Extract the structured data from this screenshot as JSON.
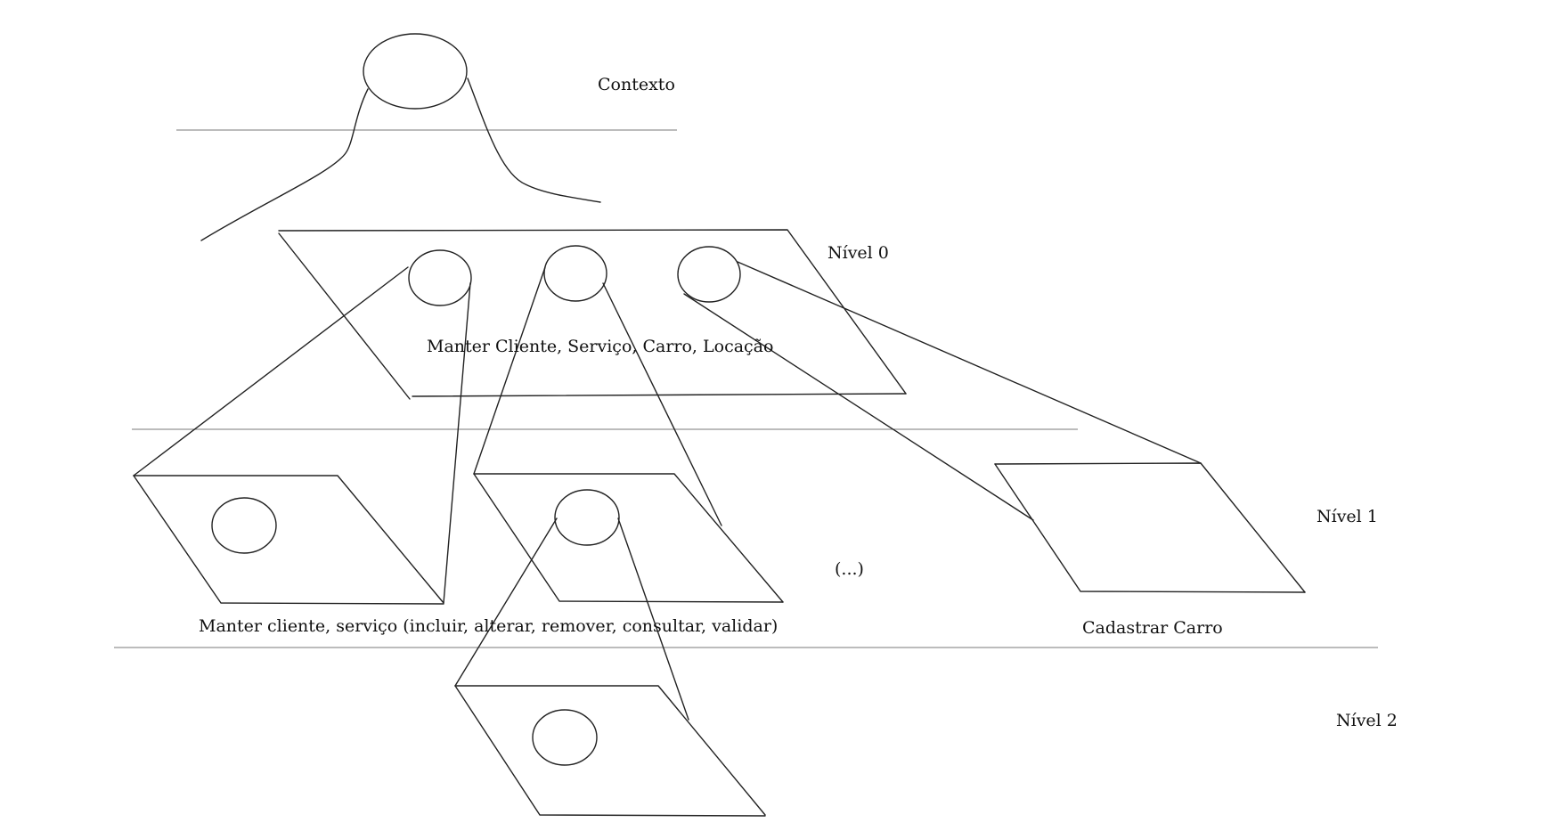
{
  "labels": {
    "contexto": "Contexto",
    "nivel0": "Nível 0",
    "nivel1": "Nível 1",
    "nivel2": "Nível 2",
    "nivel0_caption": "Manter Cliente, Serviço, Carro, Locação",
    "nivel1_caption_left": "Manter cliente, serviço (incluir, alterar, remover, consultar, validar)",
    "nivel1_caption_right": "Cadastrar Carro",
    "ellipsis": "(...)"
  },
  "colors": {
    "ink": "#222222",
    "rule": "#7a7a7a",
    "background": "#ffffff"
  }
}
